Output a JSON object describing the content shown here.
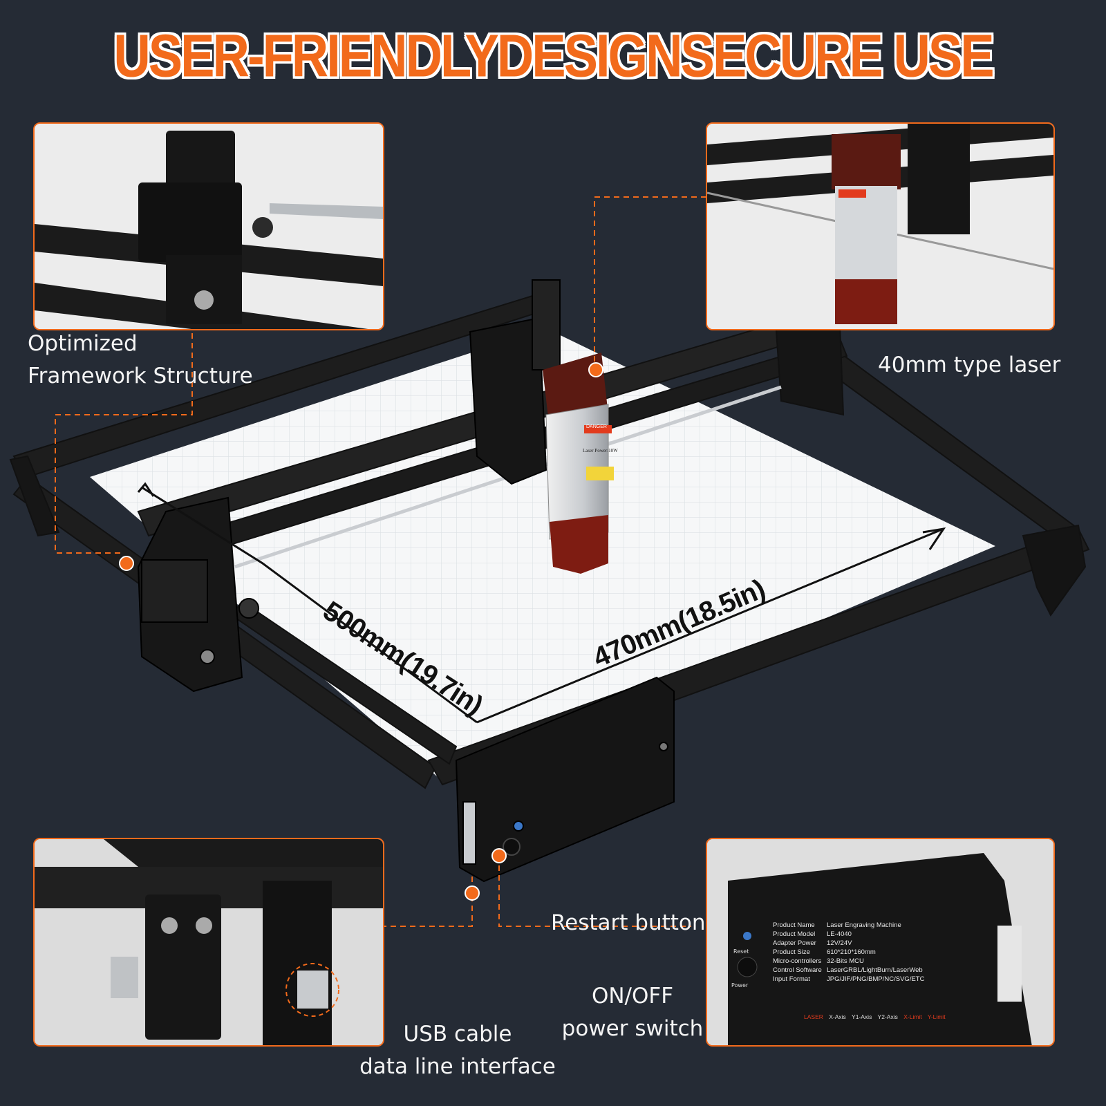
{
  "header": {
    "title": "USER-FRIENDLYDESIGNSECURE USE"
  },
  "callouts": {
    "framework": [
      "Optimized",
      "Framework Structure"
    ],
    "laser": "40mm type laser",
    "restart": "Restart button",
    "power": [
      "ON/OFF",
      "power switch"
    ],
    "usb": [
      "USB cable",
      "data line interface"
    ]
  },
  "dimensions": {
    "y_axis": "500mm(19.7in)",
    "x_axis": "470mm(18.5in)"
  },
  "panel": {
    "rows": [
      [
        "Product Name",
        "Laser Engraving Machine"
      ],
      [
        "Product Model",
        "LE-4040"
      ],
      [
        "Adapter Power",
        "12V/24V"
      ],
      [
        "Product Size",
        "610*210*160mm"
      ],
      [
        "Micro-controllers",
        "32-Bits MCU"
      ],
      [
        "Control Software",
        "LaserGRBL/LightBurn/LaserWeb"
      ],
      [
        "Input Format",
        "JPG/JIF/PNG/BMP/NC/SVG/ETC"
      ]
    ],
    "reset_label": "Reset",
    "power_label": "Power",
    "ports": [
      "LASER",
      "X-Axis",
      "Y1-Axis",
      "Y2-Axis",
      "X-Limit",
      "Y-Limit"
    ]
  },
  "laser_module": {
    "warning": "DANGER",
    "power_text": "Laser Power:10W"
  },
  "colors": {
    "accent": "#f26a1b",
    "background": "#252b35",
    "frame": "#1b1b1b"
  }
}
